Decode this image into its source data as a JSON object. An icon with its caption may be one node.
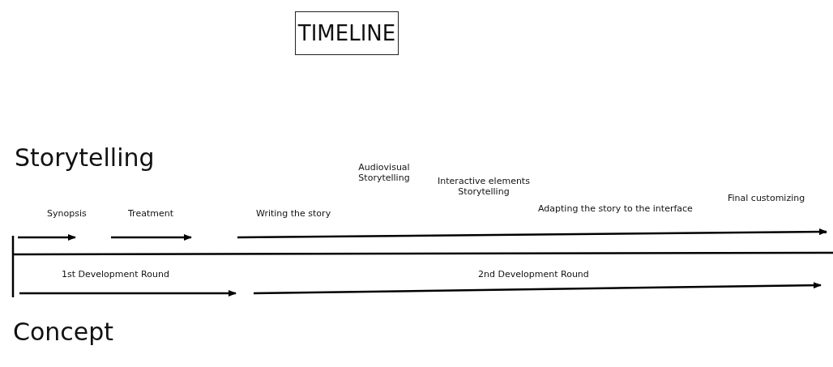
{
  "diagram": {
    "title": "TIMELINE",
    "labels": [
      "Storytelling",
      "Audiovisual Storytelling",
      "Interactive elements Storytelling",
      "Final customizing",
      "Synopsis",
      "Treatment",
      "Writing the story",
      "Adapting the story to the interface",
      "1st Development Round",
      "2nd Development Round",
      "Concept"
    ]
  }
}
